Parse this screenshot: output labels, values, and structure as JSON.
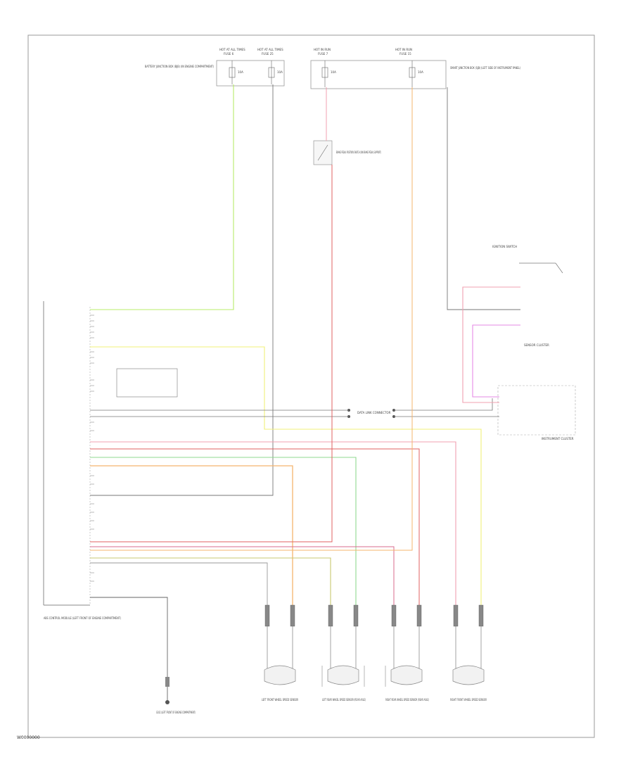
{
  "diagram": {
    "footer_code": "W0000000",
    "fuses": [
      {
        "title": "HOT AT ALL TIMES",
        "fuse": "FUSE 6",
        "rating": "10A"
      },
      {
        "title": "HOT AT ALL TIMES",
        "fuse": "FUSE 25",
        "rating": "10A"
      },
      {
        "title": "HOT IN RUN",
        "fuse": "FUSE 7",
        "rating": "10A"
      },
      {
        "title": "HOT IN RUN",
        "fuse": "FUSE 15",
        "rating": "10A"
      }
    ],
    "battery_junction_box": "BATTERY JUNCTION BOX (BJB) (IN ENGINE COMPARTMENT)",
    "smart_junction_box": "SMART JUNCTION BOX (SJB) (LEFT SIDE OF INSTRUMENT PANEL)",
    "brake_switch": "BRAKE PEDAL POSITION SWITCH (ON BRAKE PEDAL SUPPORT)",
    "ignition_switch": "IGNITION SWITCH",
    "sensor_cluster": "SENSOR CLUSTER",
    "instrument_cluster": "INSTRUMENT CLUSTER",
    "data_link": "DATA LINK CONNECTOR",
    "abs_module": "ABS CONTROL MODULE (LEFT FRONT OF ENGINE COMPARTMENT)",
    "ground": "G102 (LEFT FRONT OF ENGINE COMPARTMENT)",
    "wheel_sensors": [
      "LEFT FRONT WHEEL SPEED SENSOR",
      "LEFT REAR WHEEL SPEED SENSOR (REAR AXLE)",
      "RIGHT REAR WHEEL SPEED SENSOR (REAR AXLE)",
      "RIGHT FRONT WHEEL SPEED SENSOR"
    ],
    "colors": {
      "yellow_green": "#b8ec6a",
      "gray": "#777777",
      "pink": "#f0a0b0",
      "orange": "#f5b56e",
      "yellow": "#f0f07a",
      "green": "#8fd88f",
      "magenta": "#e68ae6",
      "red": "#e06060",
      "olive": "#c8c870",
      "frame": "#999999"
    }
  }
}
